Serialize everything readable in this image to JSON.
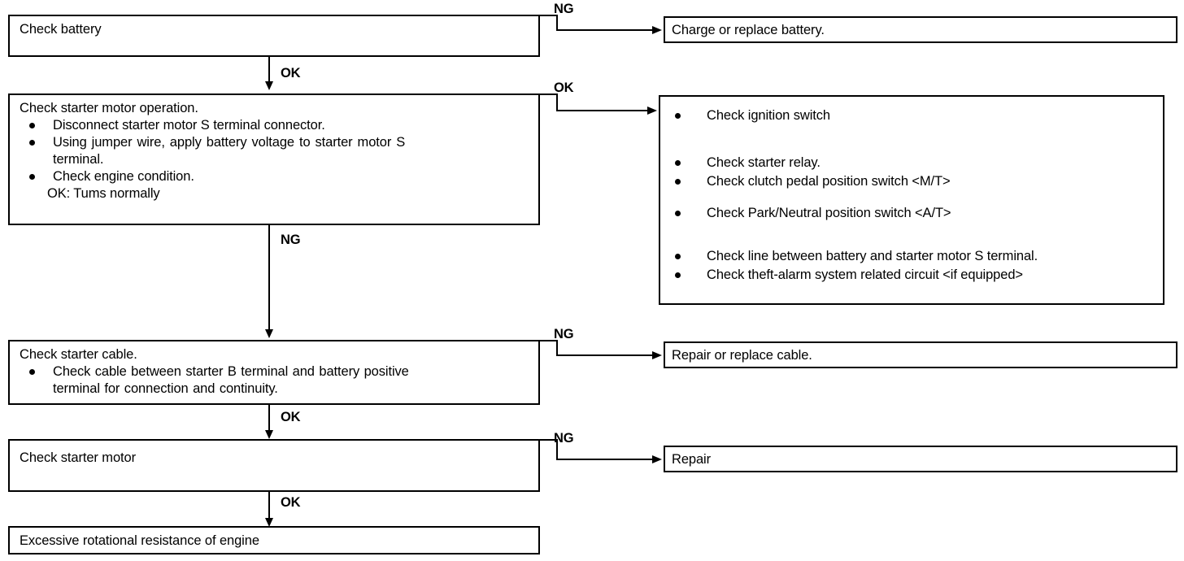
{
  "diagram": {
    "title": "Starting system troubleshooting flowchart",
    "line_color": "#000000",
    "background": "#ffffff"
  },
  "nodes": {
    "check_battery": {
      "heading": "Check battery"
    },
    "charge_or_replace_battery": {
      "label": "Charge or replace battery."
    },
    "check_starter_motor_operation": {
      "heading": "Check starter motor operation.",
      "bullets": [
        "Disconnect starter motor S terminal connector.",
        "Using jumper wire, apply battery voltage to starter motor S\nterminal.",
        "Check engine condition."
      ],
      "note": "OK: Tums normally"
    },
    "inspection_list": {
      "bullets": [
        "Check ignition switch",
        "Check starter relay.",
        "Check clutch pedal position switch <M/T>",
        "Check Park/Neutral position switch <A/T>",
        "Check line between battery and starter motor S terminal.",
        "Check theft-alarm system related circuit <if equipped>"
      ]
    },
    "check_starter_cable": {
      "heading": "Check starter cable.",
      "bullets": [
        "Check cable between starter B terminal and battery positive\nterminal for connection and continuity."
      ]
    },
    "repair_or_replace_cable": {
      "label": "Repair or replace cable."
    },
    "check_starter_motor": {
      "heading": "Check starter motor"
    },
    "repair": {
      "label": "Repair"
    },
    "excessive_resistance": {
      "heading": "Excessive rotational resistance of engine"
    }
  },
  "edges": {
    "battery_ng": "NG",
    "battery_ok": "OK",
    "motor_op_ok": "OK",
    "motor_op_ng": "NG",
    "cable_ng": "NG",
    "cable_ok": "OK",
    "starter_motor_ng": "NG",
    "starter_motor_ok": "OK"
  }
}
